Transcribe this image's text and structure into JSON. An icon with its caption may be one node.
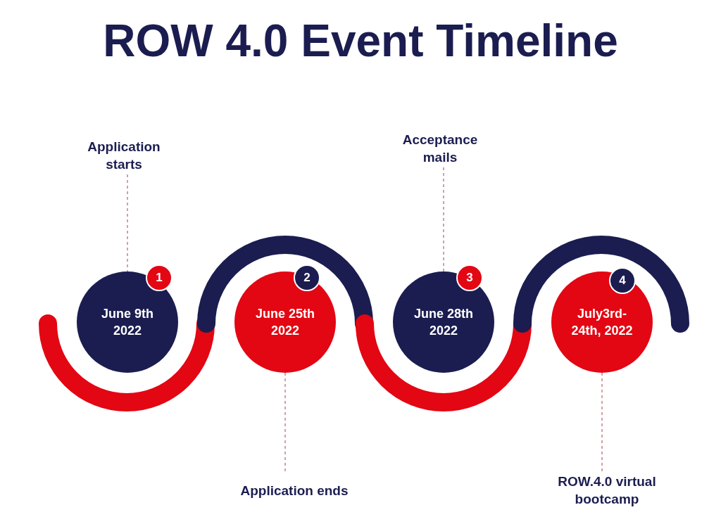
{
  "diagram": {
    "title": "ROW 4.0 Event Timeline",
    "nodes": [
      {
        "text": [
          "Application starts"
        ]
      },
      {
        "text": [
          "June 9th 2022"
        ]
      },
      {
        "text": [
          "1"
        ]
      },
      {
        "text": [
          "June 25th 2022"
        ]
      },
      {
        "text": [
          "2"
        ]
      },
      {
        "text": [
          "Application ends"
        ]
      },
      {
        "text": [
          "Acceptance mails"
        ]
      },
      {
        "text": [
          "June 28th 2022"
        ]
      },
      {
        "text": [
          "3"
        ]
      },
      {
        "text": [
          "July3rd- 24th, 2022"
        ]
      },
      {
        "text": [
          "4"
        ]
      },
      {
        "text": [
          "ROW.4.0 virtual bootcamp"
        ]
      }
    ],
    "edges": [
      {
        "from": 0,
        "to": 1,
        "arrow": "none",
        "style": "dashed"
      },
      {
        "from": 5,
        "to": 3,
        "arrow": "none",
        "style": "dashed"
      },
      {
        "from": 6,
        "to": 7,
        "arrow": "none",
        "style": "dashed"
      },
      {
        "from": 11,
        "to": 9,
        "arrow": "none",
        "style": "dashed"
      }
    ]
  }
}
